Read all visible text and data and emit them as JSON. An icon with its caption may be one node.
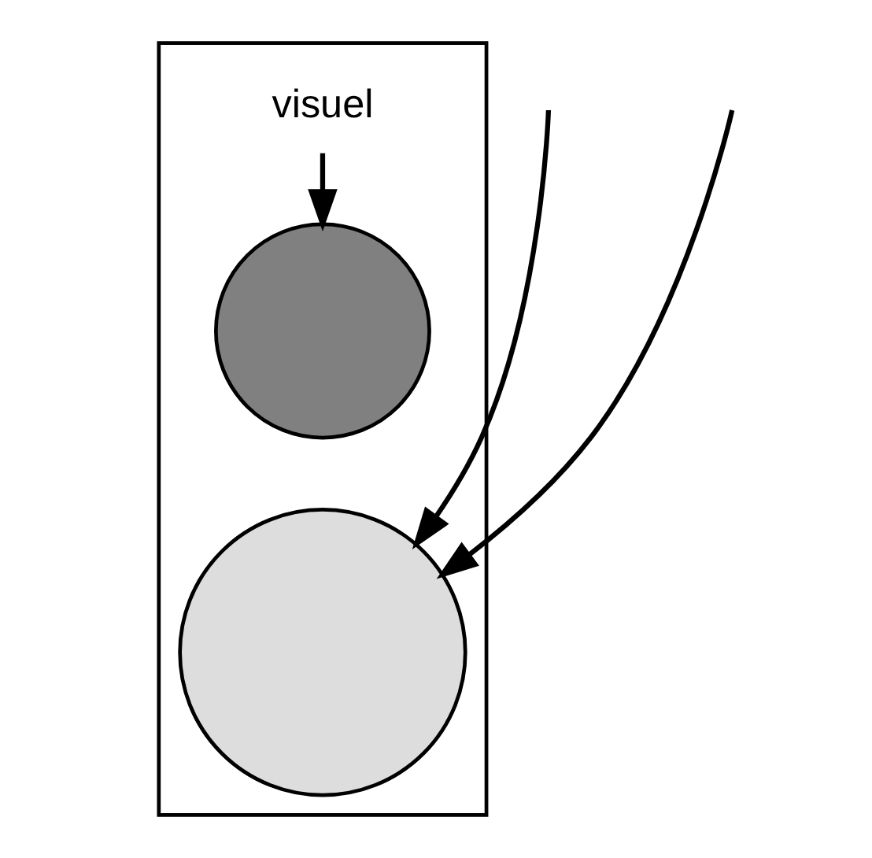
{
  "diagram": {
    "nodes": [
      {
        "text": [],
        "shape": "box"
      },
      {
        "text": [
          "visuel"
        ],
        "in": 0
      },
      {
        "text": [],
        "shape": "circle",
        "in": 0
      },
      {
        "text": [],
        "shape": "circle",
        "in": 0
      }
    ],
    "edges": [
      {
        "from": 1,
        "to": 2,
        "arrow": "to"
      },
      {
        "from": null,
        "to": 3,
        "arrow": "to"
      },
      {
        "from": null,
        "to": 3,
        "arrow": "to"
      }
    ]
  }
}
